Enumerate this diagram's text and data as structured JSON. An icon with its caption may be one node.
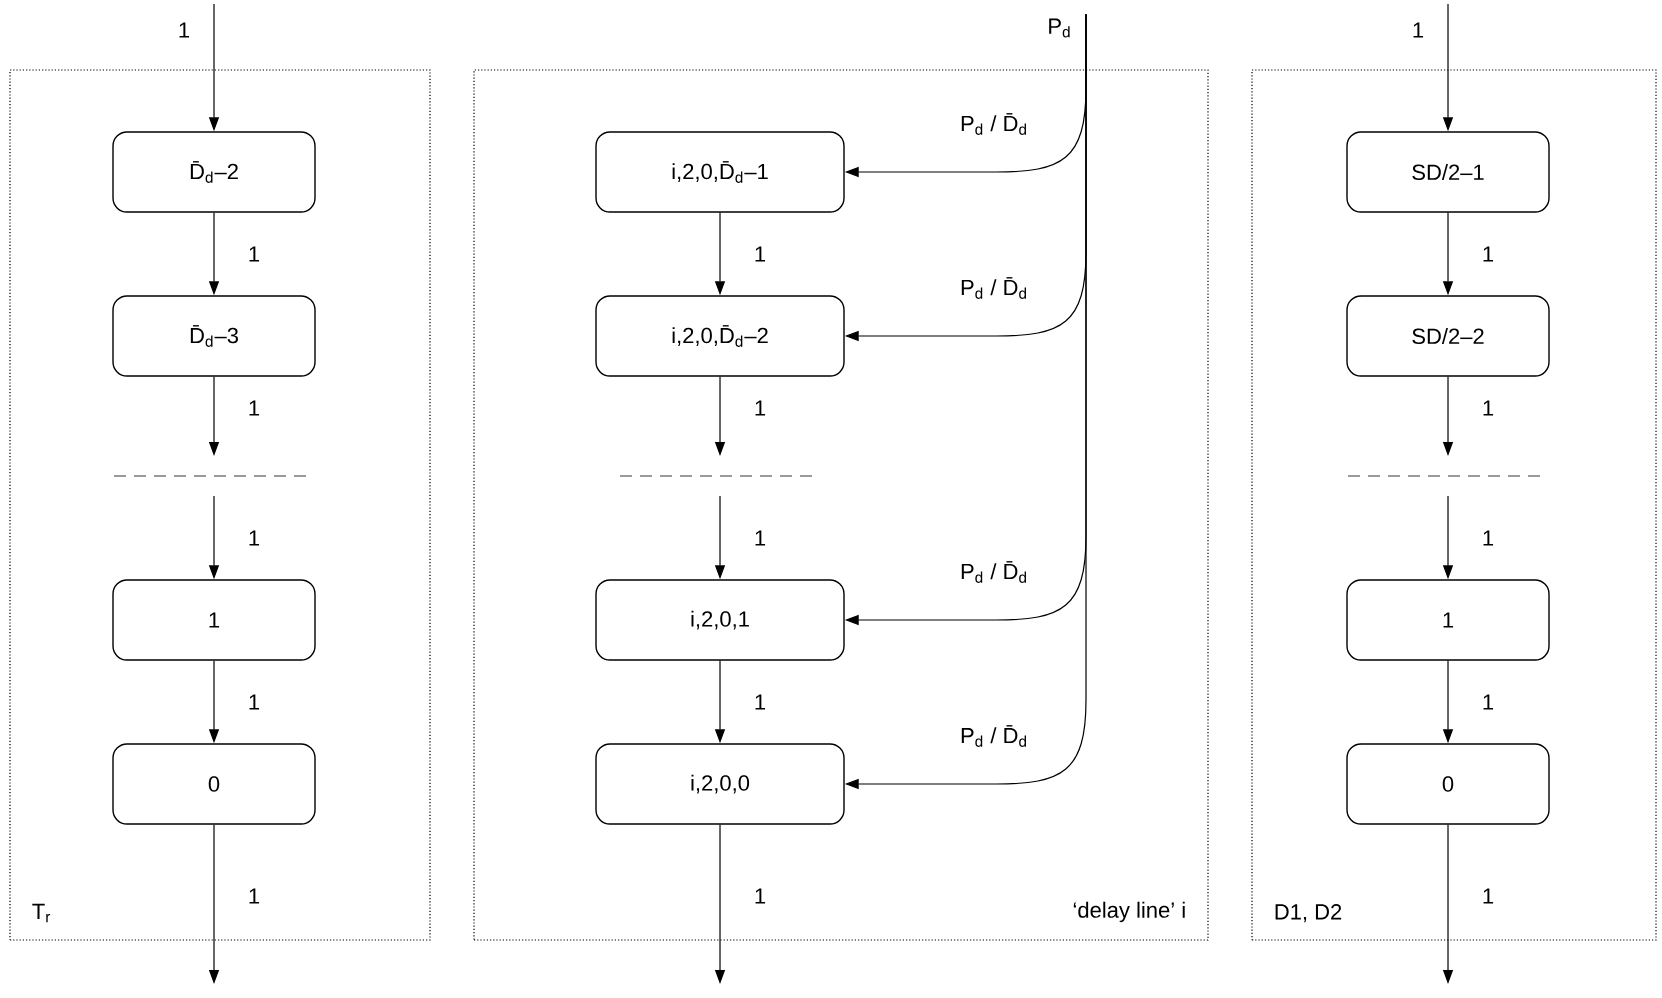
{
  "diagram": {
    "nodes": [
      {
        "text": [
          "T$_{r}$"
        ]
      },
      {
        "text": [
          "D̄$_{d}$–2"
        ],
        "in": 0
      },
      {
        "text": [
          "D̄$_{d}$–3"
        ],
        "in": 0
      },
      {
        "text": [
          "1"
        ],
        "in": 0
      },
      {
        "text": [
          "0"
        ],
        "in": 0
      },
      {
        "text": [
          "‘delay line’ i"
        ]
      },
      {
        "text": [
          "i,2,0,D̄$_{d}$–1"
        ],
        "in": 5
      },
      {
        "text": [
          "i,2,0,D̄$_{d}$–2"
        ],
        "in": 5
      },
      {
        "text": [
          "i,2,0,1"
        ],
        "in": 5
      },
      {
        "text": [
          "i,2,0,0"
        ],
        "in": 5
      },
      {
        "text": [
          "D1, D2"
        ]
      },
      {
        "text": [
          "SD/2–1"
        ],
        "in": 10
      },
      {
        "text": [
          "SD/2–2"
        ],
        "in": 10
      },
      {
        "text": [
          "1"
        ],
        "in": 10
      },
      {
        "text": [
          "0"
        ],
        "in": 10
      },
      {
        "text": [
          "P$_{d}$"
        ]
      }
    ],
    "edges": [
      {
        "from": null,
        "to": 1,
        "arrow": "to",
        "label": "1"
      },
      {
        "from": 1,
        "to": 2,
        "arrow": "to",
        "label": "1"
      },
      {
        "from": 2,
        "to": null,
        "arrow": "to",
        "label": "1"
      },
      {
        "from": null,
        "to": 3,
        "arrow": "to",
        "label": "1"
      },
      {
        "from": 3,
        "to": 4,
        "arrow": "to",
        "label": "1"
      },
      {
        "from": 4,
        "to": null,
        "arrow": "to",
        "label": "1"
      },
      {
        "from": 6,
        "to": 7,
        "arrow": "to",
        "label": "1"
      },
      {
        "from": 7,
        "to": null,
        "arrow": "to",
        "label": "1"
      },
      {
        "from": null,
        "to": 8,
        "arrow": "to",
        "label": "1"
      },
      {
        "from": 8,
        "to": 9,
        "arrow": "to",
        "label": "1"
      },
      {
        "from": 9,
        "to": null,
        "arrow": "to",
        "label": "1"
      },
      {
        "from": null,
        "to": 11,
        "arrow": "to",
        "label": "1"
      },
      {
        "from": 11,
        "to": 12,
        "arrow": "to",
        "label": "1"
      },
      {
        "from": 12,
        "to": null,
        "arrow": "to",
        "label": "1"
      },
      {
        "from": null,
        "to": 13,
        "arrow": "to",
        "label": "1"
      },
      {
        "from": 13,
        "to": 14,
        "arrow": "to",
        "label": "1"
      },
      {
        "from": 14,
        "to": null,
        "arrow": "to",
        "label": "1"
      },
      {
        "from": 15,
        "to": 6,
        "arrow": "to",
        "label": "P$_{d}$ / D̄$_{d}$"
      },
      {
        "from": 15,
        "to": 7,
        "arrow": "to",
        "label": "P$_{d}$ / D̄$_{d}$"
      },
      {
        "from": 15,
        "to": 8,
        "arrow": "to",
        "label": "P$_{d}$ / D̄$_{d}$"
      },
      {
        "from": 15,
        "to": 9,
        "arrow": "to",
        "label": "P$_{d}$ / D̄$_{d}$"
      }
    ]
  }
}
